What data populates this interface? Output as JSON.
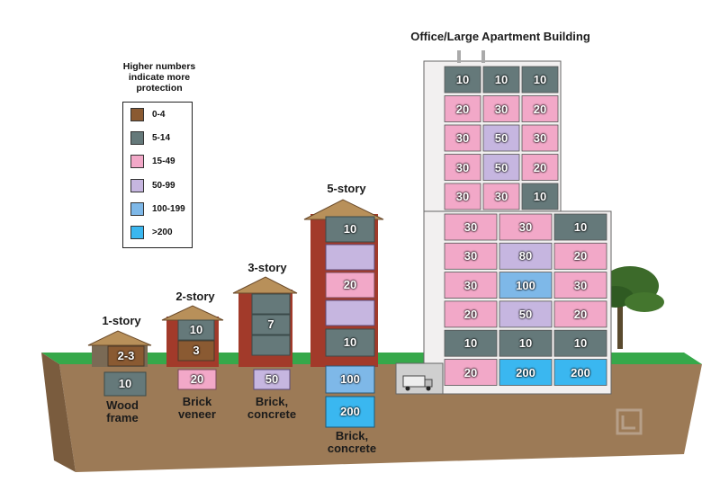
{
  "title": "Office/Large Apartment Building",
  "legend": {
    "heading": "Higher numbers indicate more protection",
    "items": [
      {
        "label": "0-4",
        "color": "#8a5a32"
      },
      {
        "label": "5-14",
        "color": "#65797a"
      },
      {
        "label": "15-49",
        "color": "#f2a8c8"
      },
      {
        "label": "50-99",
        "color": "#c6b6e0"
      },
      {
        "label": "100-199",
        "color": "#7eb8e8"
      },
      {
        "label": ">200",
        "color": "#3ab7f0"
      }
    ]
  },
  "buildings": {
    "one_story": {
      "title": "1-story",
      "floors": [
        "2-3"
      ],
      "basement": [
        "10"
      ],
      "material": [
        "Wood",
        "frame"
      ]
    },
    "two_story": {
      "title": "2-story",
      "floors": [
        "10",
        "3"
      ],
      "basement": [
        "20"
      ],
      "material": [
        "Brick",
        "veneer"
      ]
    },
    "three_story": {
      "title": "3-story",
      "floors": [
        "",
        "7",
        ""
      ],
      "basement": [
        "50"
      ],
      "material": [
        "Brick,",
        "concrete"
      ]
    },
    "five_story": {
      "title": "5-story",
      "floors": [
        "10",
        "",
        "20",
        "",
        "10"
      ],
      "basement": [
        "100",
        "200"
      ],
      "material": [
        "Brick,",
        "concrete"
      ]
    },
    "office": {
      "rows": [
        [
          "10",
          "10",
          "10"
        ],
        [
          "20",
          "30",
          "20"
        ],
        [
          "30",
          "50",
          "30"
        ],
        [
          "30",
          "50",
          "20"
        ],
        [
          "30",
          "30",
          "10"
        ],
        [
          "30",
          "30",
          "10"
        ],
        [
          "30",
          "80",
          "20"
        ],
        [
          "30",
          "100",
          "30"
        ],
        [
          "20",
          "50",
          "20"
        ],
        [
          "10",
          "10",
          "10"
        ],
        [
          "20",
          "200",
          "200"
        ]
      ]
    }
  }
}
